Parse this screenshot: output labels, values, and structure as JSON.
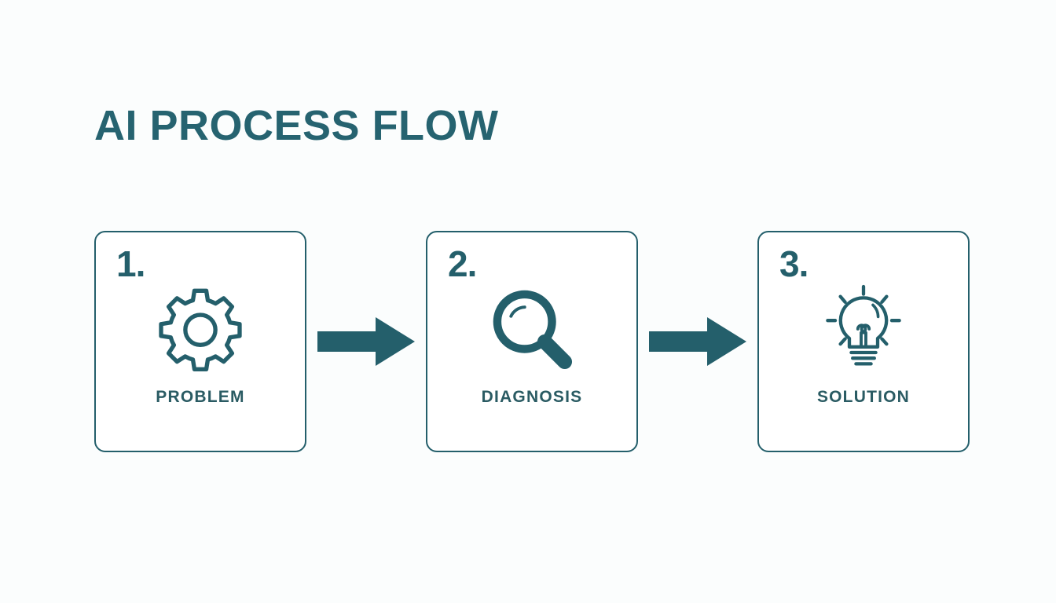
{
  "slide": {
    "title": "AI PROCESS FLOW",
    "background_color": "#fbfdfd",
    "accent_color": "#245f6b",
    "title_color": "#266370",
    "label_color": "#2a5b63"
  },
  "flow": {
    "steps": [
      {
        "number": "1.",
        "label": "PROBLEM",
        "icon": "gear-icon"
      },
      {
        "number": "2.",
        "label": "DIAGNOSIS",
        "icon": "magnifier-icon"
      },
      {
        "number": "3.",
        "label": "SOLUTION",
        "icon": "lightbulb-icon"
      }
    ],
    "connectors": [
      {
        "icon": "arrow-right-icon"
      },
      {
        "icon": "arrow-right-icon"
      }
    ]
  }
}
